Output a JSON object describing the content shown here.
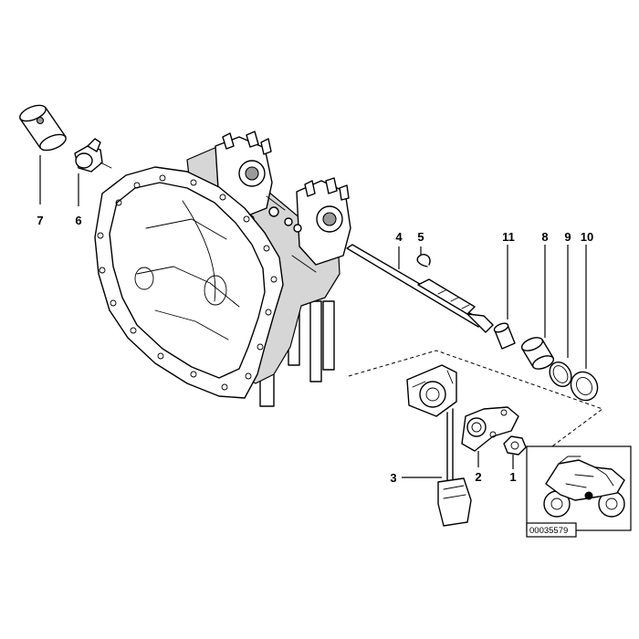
{
  "callouts": {
    "c1": "1",
    "c2": "2",
    "c3": "3",
    "c4": "4",
    "c5": "5",
    "c6": "6",
    "c7": "7",
    "c8": "8",
    "c9": "9",
    "c10": "10",
    "c11": "11"
  },
  "thumbnail": {
    "reference_code": "00035579",
    "icon": "motorcycle-icon"
  }
}
